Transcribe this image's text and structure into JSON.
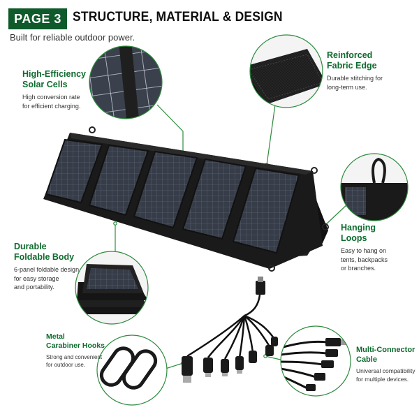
{
  "header": {
    "badge": "PAGE 3",
    "title": "STRUCTURE, MATERIAL & DESIGN",
    "subtitle": "Built for reliable outdoor power."
  },
  "features": {
    "cells": {
      "title": "High-Efficiency\nSolar Cells",
      "desc": "High conversion rate\nfor efficient charging."
    },
    "edge": {
      "title": "Reinforced\nFabric Edge",
      "desc": "Durable stitching for\nlong-term use."
    },
    "body": {
      "title": "Durable\nFoldable Body",
      "desc": "6-panel foldable design\nfor easy storage\nand portability."
    },
    "loops": {
      "title": "Hanging\nLoops",
      "desc": "Easy to hang on\ntents, backpacks\nor branches."
    },
    "carabiner": {
      "title": "Metal\nCarabiner Hooks",
      "desc": "Strong and convenient\nfor outdoor use."
    },
    "cable": {
      "title": "Multi-Connector\nCable",
      "desc": "Universal compatibility\nfor multiple devices."
    }
  },
  "colors": {
    "accent_green": "#0e6b2e",
    "badge_green": "#0e5a2a",
    "panel_black": "#1b1b1b",
    "cell_blue": "#343a46"
  },
  "icons": [
    "solar-panel",
    "fabric-edge-closeup",
    "hanging-loop-closeup",
    "folded-panel-closeup",
    "carabiner-hooks",
    "multi-connector-cable"
  ]
}
